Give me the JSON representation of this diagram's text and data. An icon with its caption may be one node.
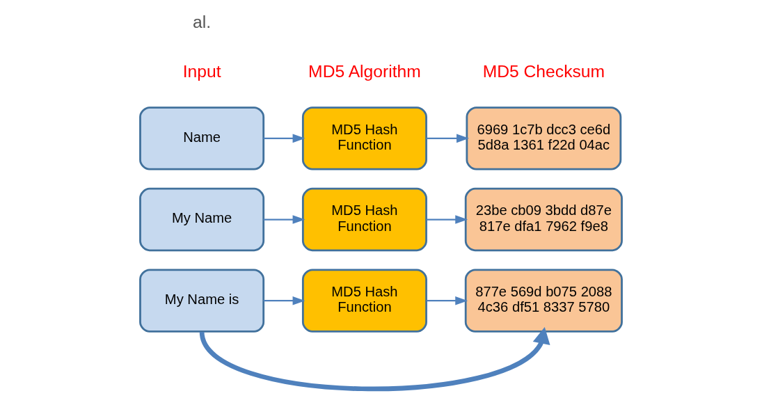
{
  "diagram": {
    "nodes": [
      {
        "text": [
          "Name"
        ]
      },
      {
        "text": [
          "MD5 Hash Function"
        ]
      },
      {
        "text": [
          "6969 1c7b dcc3 ce6d 5d8a 1361 f22d 04ac"
        ]
      },
      {
        "text": [
          "My Name"
        ]
      },
      {
        "text": [
          "MD5 Hash Function"
        ]
      },
      {
        "text": [
          "23be cb09 3bdd d87e 817e dfa1 7962 f9e8"
        ]
      },
      {
        "text": [
          "My Name is"
        ]
      },
      {
        "text": [
          "MD5 Hash Function"
        ]
      },
      {
        "text": [
          "877e 569d b075 2088 4c36 df51 8337 5780"
        ]
      }
    ],
    "edges": [
      {
        "from": 0,
        "to": 1,
        "arrow": "to"
      },
      {
        "from": 1,
        "to": 2,
        "arrow": "to"
      },
      {
        "from": 3,
        "to": 4,
        "arrow": "to"
      },
      {
        "from": 4,
        "to": 5,
        "arrow": "to"
      },
      {
        "from": 6,
        "to": 7,
        "arrow": "to"
      },
      {
        "from": 7,
        "to": 8,
        "arrow": "to"
      },
      {
        "from": 6,
        "to": 8,
        "arrow": "to",
        "style": "thick"
      }
    ],
    "labels": [
      "al.",
      "Input",
      "MD5 Algorithm",
      "MD5 Checksum"
    ]
  }
}
